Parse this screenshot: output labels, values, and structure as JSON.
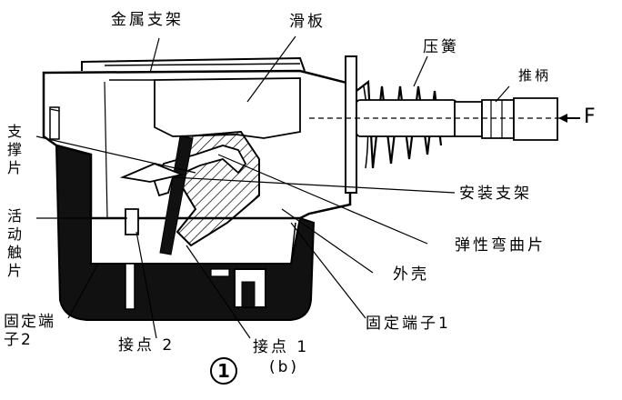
{
  "labels": {
    "metal_bracket": "金属支架",
    "slide_plate": "滑板",
    "compression_spring": "压簧",
    "push_rod": "推柄",
    "force": "F",
    "support_piece": "支撑片",
    "mounting_bracket": "安装支架",
    "elastic_bent_piece": "弹性弯曲片",
    "movable_contact_piece": "活动触片",
    "housing": "外壳",
    "fixed_terminal_2": "固定端子2",
    "fixed_terminal_1": "固定端子1",
    "contact_2": "接点 2",
    "contact_1": "接点 1",
    "figure_number": "1",
    "subfigure": "(b)"
  }
}
